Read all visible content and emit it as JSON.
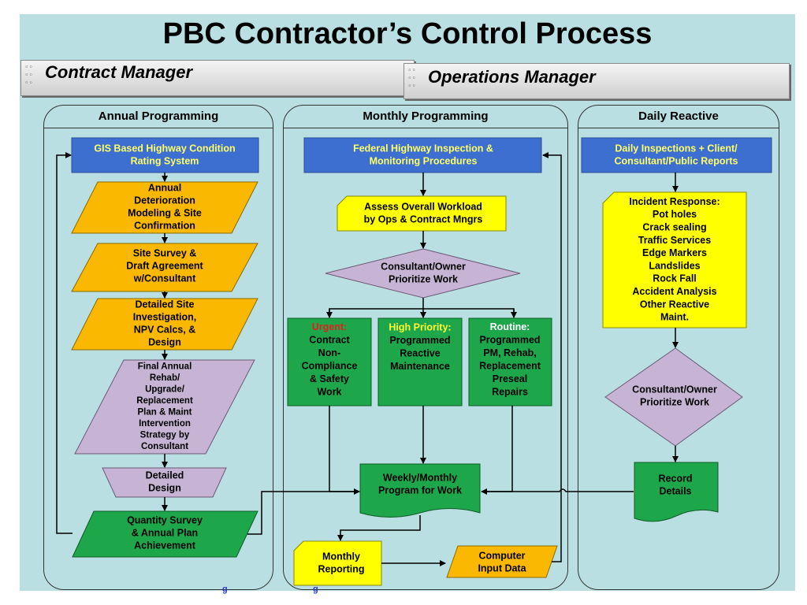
{
  "title": "PBC Contractor’s Control Process",
  "bars": {
    "left": "Contract Manager",
    "right": "Operations Manager"
  },
  "columns": {
    "annual": "Annual Programming",
    "monthly": "Monthly Programming",
    "daily": "Daily Reactive"
  },
  "colors": {
    "background": "#b9dfe2",
    "blue": "#3c6fd0",
    "orange": "#fbb800",
    "purple": "#c7b3d3",
    "green": "#1ea64a",
    "yellow": "#ffff00",
    "urgent_red": "#e0211d",
    "high_priority_yellow": "#ffff33"
  },
  "annual": {
    "gis": [
      "GIS Based Highway Condition",
      "Rating System"
    ],
    "deterioration": [
      "Annual",
      "Deterioration",
      "Modeling & Site",
      "Confirmation"
    ],
    "site_survey": [
      "Site Survey &",
      "Draft Agreement",
      "w/Consultant"
    ],
    "detailed_site": [
      "Detailed Site",
      "Investigation,",
      "NPV Calcs, &",
      "Design"
    ],
    "final_plan": [
      "Final Annual",
      "Rehab/",
      "Upgrade/",
      "Replacement",
      "Plan & Maint",
      "Intervention",
      "Strategy by",
      "Consultant"
    ],
    "detailed_design": [
      "Detailed",
      "Design"
    ],
    "quantity_survey": [
      "Quantity Survey",
      "& Annual Plan",
      "Achievement"
    ]
  },
  "monthly": {
    "federal": [
      "Federal Highway Inspection &",
      "Monitoring Procedures"
    ],
    "assess": [
      "Assess Overall Workload",
      "by Ops & Contract Mngrs"
    ],
    "prioritize": [
      "Consultant/Owner",
      "Prioritize Work"
    ],
    "urgent": {
      "label": "Urgent:",
      "lines": [
        "Contract",
        "Non-",
        "Compliance",
        "& Safety",
        "Work"
      ]
    },
    "high": {
      "label": "High Priority:",
      "lines": [
        "Programmed",
        "Reactive",
        "Maintenance"
      ]
    },
    "routine": {
      "label": "Routine:",
      "lines": [
        "Programmed",
        "PM, Rehab,",
        "Replacement",
        "Preseal",
        "Repairs"
      ]
    },
    "weekly": [
      "Weekly/Monthly",
      "Program for Work"
    ],
    "reporting": [
      "Monthly",
      "Reporting"
    ],
    "computer": [
      "Computer",
      "Input Data"
    ]
  },
  "daily": {
    "inspections": [
      "Daily Inspections + Client/",
      "Consultant/Public Reports"
    ],
    "incident": [
      "Incident Response:",
      "Pot holes",
      "Crack sealing",
      "Traffic Services",
      "Edge Markers",
      "Landslides",
      "Rock Fall",
      "Accident Analysis",
      "Other Reactive",
      "Maint."
    ],
    "prioritize": [
      "Consultant/Owner",
      "Prioritize Work"
    ],
    "record": [
      "Record",
      "Details"
    ]
  }
}
